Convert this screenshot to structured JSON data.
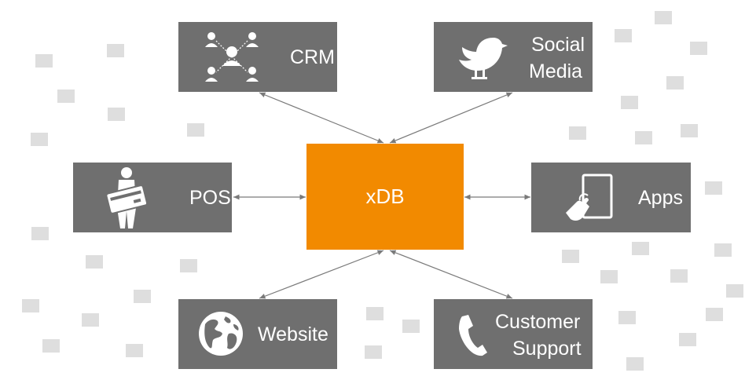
{
  "hub": {
    "label": "xDB",
    "color": "#f28a00"
  },
  "colors": {
    "node": "#6f6f6f",
    "text": "#ffffff",
    "connector": "#7a7a7a",
    "decor": "#dedede"
  },
  "nodes": {
    "crm": {
      "label": "CRM",
      "icon": "people-network-icon"
    },
    "social": {
      "line1": "Social",
      "line2": "Media",
      "icon": "bird-icon"
    },
    "pos": {
      "label": "POS",
      "icon": "person-with-card-icon"
    },
    "apps": {
      "label": "Apps",
      "icon": "tablet-touch-icon"
    },
    "website": {
      "label": "Website",
      "icon": "globe-icon"
    },
    "support": {
      "line1": "Customer",
      "line2": "Support",
      "icon": "phone-icon"
    }
  }
}
